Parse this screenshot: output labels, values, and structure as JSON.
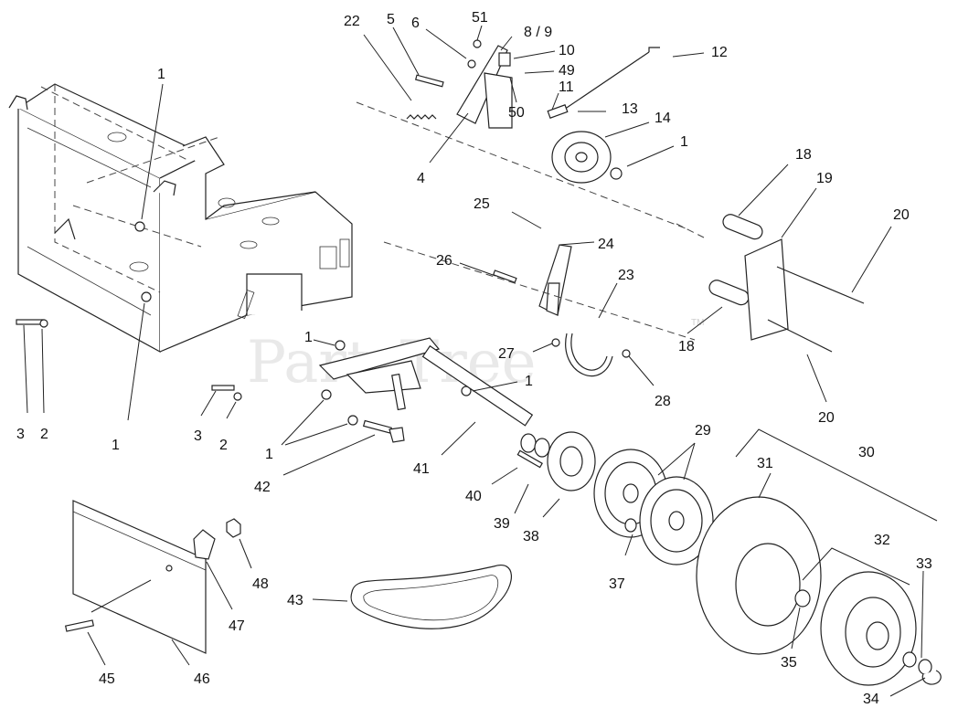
{
  "watermark": {
    "text": "PartsTree",
    "trademark": "TM"
  },
  "callouts": [
    {
      "id": "c22",
      "text": "22"
    },
    {
      "id": "c5",
      "text": "5"
    },
    {
      "id": "c6",
      "text": "6"
    },
    {
      "id": "c51",
      "text": "51"
    },
    {
      "id": "c89",
      "text": "8 / 9"
    },
    {
      "id": "c10",
      "text": "10"
    },
    {
      "id": "c12",
      "text": "12"
    },
    {
      "id": "c49",
      "text": "49"
    },
    {
      "id": "c11",
      "text": "11"
    },
    {
      "id": "c50",
      "text": "50"
    },
    {
      "id": "c13",
      "text": "13"
    },
    {
      "id": "c14",
      "text": "14"
    },
    {
      "id": "c1a",
      "text": "1"
    },
    {
      "id": "c1b",
      "text": "1"
    },
    {
      "id": "c4",
      "text": "4"
    },
    {
      "id": "c18a",
      "text": "18"
    },
    {
      "id": "c19",
      "text": "19"
    },
    {
      "id": "c20a",
      "text": "20"
    },
    {
      "id": "c25",
      "text": "25"
    },
    {
      "id": "c24",
      "text": "24"
    },
    {
      "id": "c26",
      "text": "26"
    },
    {
      "id": "c23",
      "text": "23"
    },
    {
      "id": "c18b",
      "text": "18"
    },
    {
      "id": "c27",
      "text": "27"
    },
    {
      "id": "c28",
      "text": "28"
    },
    {
      "id": "c20b",
      "text": "20"
    },
    {
      "id": "c1c",
      "text": "1"
    },
    {
      "id": "c1d",
      "text": "1"
    },
    {
      "id": "c1e",
      "text": "1"
    },
    {
      "id": "c3a",
      "text": "3"
    },
    {
      "id": "c2a",
      "text": "2"
    },
    {
      "id": "c1f",
      "text": "1"
    },
    {
      "id": "c3b",
      "text": "3"
    },
    {
      "id": "c2b",
      "text": "2"
    },
    {
      "id": "c41",
      "text": "41"
    },
    {
      "id": "c42",
      "text": "42"
    },
    {
      "id": "c29",
      "text": "29"
    },
    {
      "id": "c30",
      "text": "30"
    },
    {
      "id": "c31",
      "text": "31"
    },
    {
      "id": "c40",
      "text": "40"
    },
    {
      "id": "c39",
      "text": "39"
    },
    {
      "id": "c38",
      "text": "38"
    },
    {
      "id": "c37",
      "text": "37"
    },
    {
      "id": "c32",
      "text": "32"
    },
    {
      "id": "c33",
      "text": "33"
    },
    {
      "id": "c48",
      "text": "48"
    },
    {
      "id": "c47",
      "text": "47"
    },
    {
      "id": "c43",
      "text": "43"
    },
    {
      "id": "c35",
      "text": "35"
    },
    {
      "id": "c45",
      "text": "45"
    },
    {
      "id": "c46",
      "text": "46"
    },
    {
      "id": "c34",
      "text": "34"
    }
  ]
}
